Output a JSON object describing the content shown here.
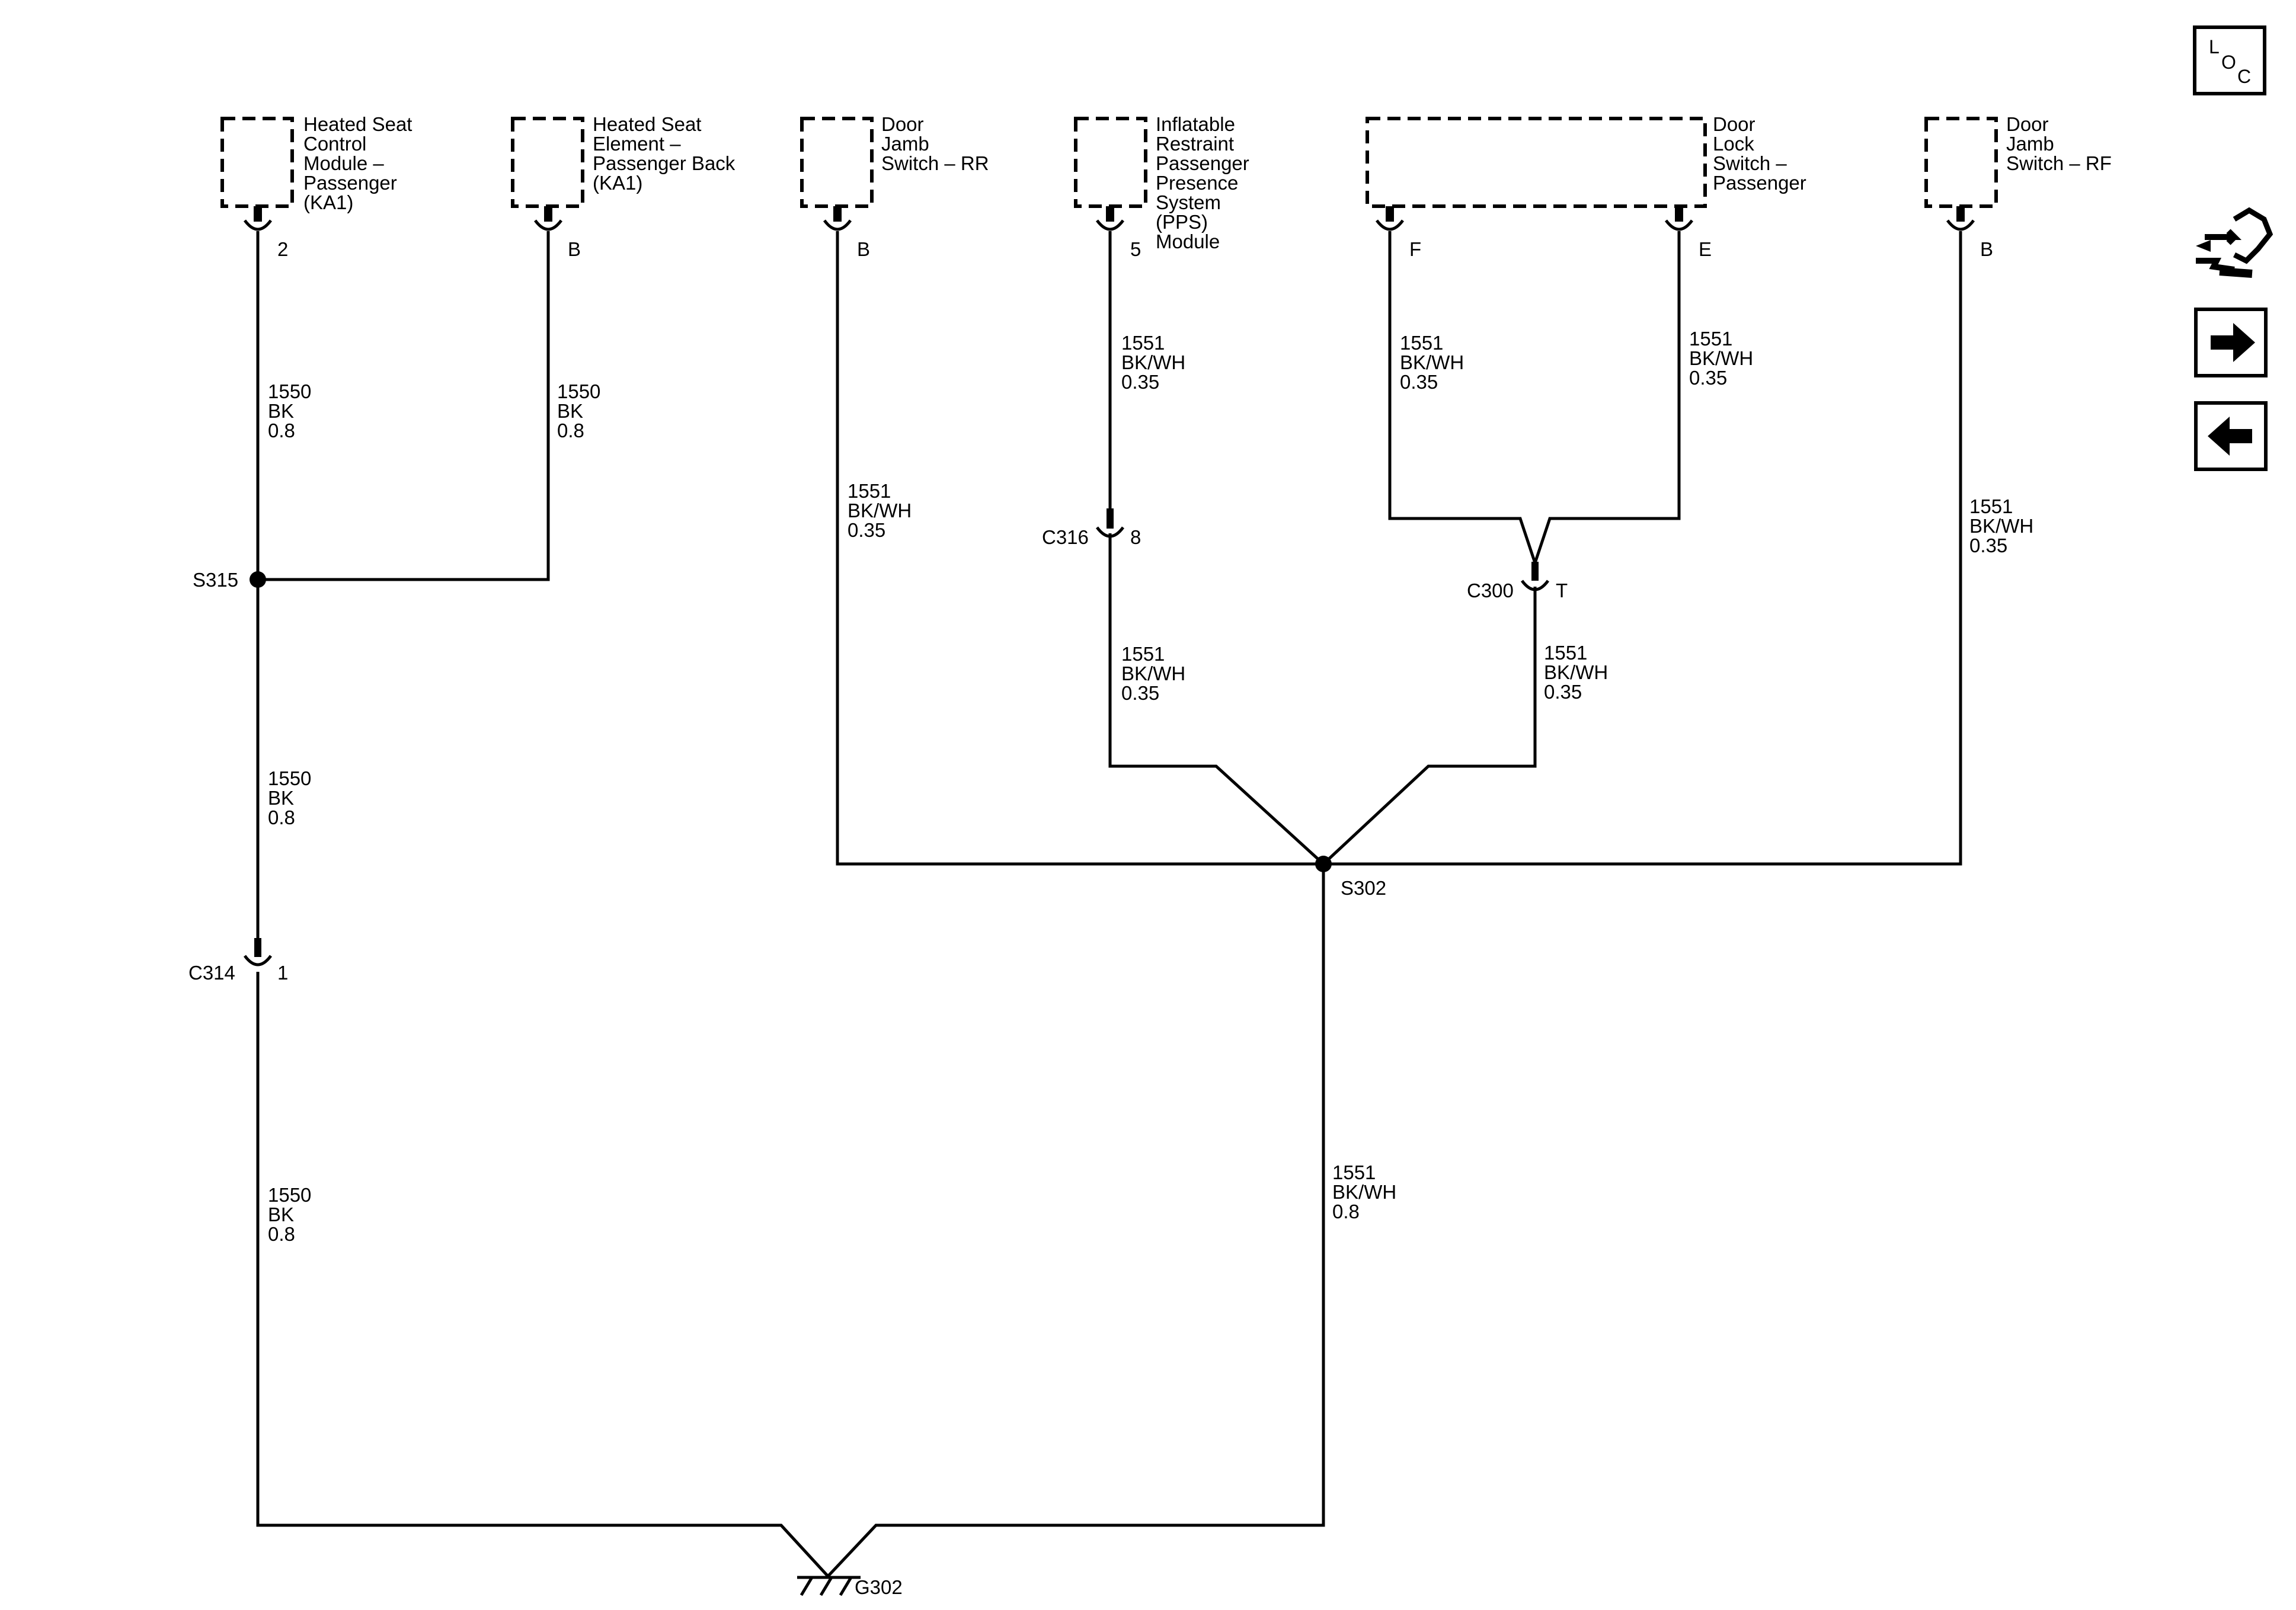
{
  "components": [
    {
      "id": "heated-seat-control-module",
      "lines": [
        "Heated Seat",
        "Control",
        "Module –",
        "Passenger",
        "(KA1)"
      ],
      "pin": "2"
    },
    {
      "id": "heated-seat-element",
      "lines": [
        "Heated Seat",
        "Element –",
        "Passenger Back",
        "(KA1)"
      ],
      "pin": "B"
    },
    {
      "id": "door-jamb-switch-rr",
      "lines": [
        "Door",
        "Jamb",
        "Switch – RR"
      ],
      "pin": "B"
    },
    {
      "id": "pps-module",
      "lines": [
        "Inflatable",
        "Restraint",
        "Passenger",
        "Presence",
        "System",
        "(PPS)",
        "Module"
      ],
      "pin": "5"
    },
    {
      "id": "door-lock-switch-passenger",
      "lines": [
        "Door",
        "Lock",
        "Switch –",
        "Passenger"
      ],
      "pins": [
        "F",
        "E"
      ]
    },
    {
      "id": "door-jamb-switch-rf",
      "lines": [
        "Door",
        "Jamb",
        "Switch – RF"
      ],
      "pin": "B"
    }
  ],
  "wire_labels": [
    {
      "id": "w1",
      "lines": [
        "1550",
        "BK",
        "0.8"
      ]
    },
    {
      "id": "w2",
      "lines": [
        "1550",
        "BK",
        "0.8"
      ]
    },
    {
      "id": "w3",
      "lines": [
        "1550",
        "BK",
        "0.8"
      ]
    },
    {
      "id": "w4",
      "lines": [
        "1550",
        "BK",
        "0.8"
      ]
    },
    {
      "id": "w5",
      "lines": [
        "1551",
        "BK/WH",
        "0.35"
      ]
    },
    {
      "id": "w6",
      "lines": [
        "1551",
        "BK/WH",
        "0.35"
      ]
    },
    {
      "id": "w7",
      "lines": [
        "1551",
        "BK/WH",
        "0.35"
      ]
    },
    {
      "id": "w8",
      "lines": [
        "1551",
        "BK/WH",
        "0.35"
      ]
    },
    {
      "id": "w9",
      "lines": [
        "1551",
        "BK/WH",
        "0.35"
      ]
    },
    {
      "id": "w10",
      "lines": [
        "1551",
        "BK/WH",
        "0.35"
      ]
    },
    {
      "id": "w11",
      "lines": [
        "1551",
        "BK/WH",
        "0.35"
      ]
    },
    {
      "id": "w12",
      "lines": [
        "1551",
        "BK/WH",
        "0.8"
      ]
    }
  ],
  "splices": {
    "s315": "S315",
    "s302": "S302"
  },
  "connectors": [
    {
      "id": "c316",
      "name": "C316",
      "pin": "8"
    },
    {
      "id": "c300",
      "name": "C300",
      "pin": "T"
    },
    {
      "id": "c314",
      "name": "C314",
      "pin": "1"
    }
  ],
  "ground": "G302",
  "nav": {
    "loc_letters": [
      "L",
      "O",
      "C"
    ]
  }
}
